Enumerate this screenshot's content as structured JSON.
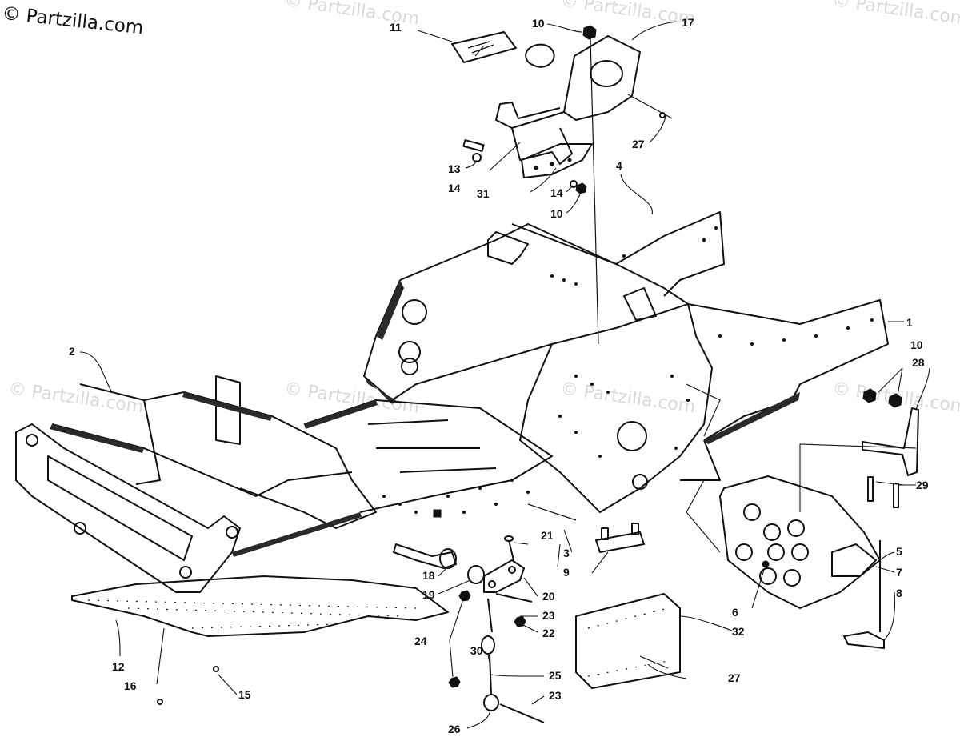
{
  "watermark": {
    "logo_text": "© Partzilla.com",
    "repeat_text": "© Partzilla.com"
  },
  "callouts": [
    {
      "id": "c1",
      "text": "1"
    },
    {
      "id": "c2",
      "text": "2"
    },
    {
      "id": "c3",
      "text": "3"
    },
    {
      "id": "c4",
      "text": "4"
    },
    {
      "id": "c5",
      "text": "5"
    },
    {
      "id": "c6",
      "text": "6"
    },
    {
      "id": "c7",
      "text": "7"
    },
    {
      "id": "c8",
      "text": "8"
    },
    {
      "id": "c9",
      "text": "9"
    },
    {
      "id": "c10a",
      "text": "10"
    },
    {
      "id": "c10b",
      "text": "10"
    },
    {
      "id": "c10c",
      "text": "10"
    },
    {
      "id": "c11",
      "text": "11"
    },
    {
      "id": "c12",
      "text": "12"
    },
    {
      "id": "c13",
      "text": "13"
    },
    {
      "id": "c14a",
      "text": "14"
    },
    {
      "id": "c14b",
      "text": "14"
    },
    {
      "id": "c15",
      "text": "15"
    },
    {
      "id": "c16",
      "text": "16"
    },
    {
      "id": "c17",
      "text": "17"
    },
    {
      "id": "c18",
      "text": "18"
    },
    {
      "id": "c19",
      "text": "19"
    },
    {
      "id": "c20",
      "text": "20"
    },
    {
      "id": "c21",
      "text": "21"
    },
    {
      "id": "c22",
      "text": "22"
    },
    {
      "id": "c23a",
      "text": "23"
    },
    {
      "id": "c23b",
      "text": "23"
    },
    {
      "id": "c24",
      "text": "24"
    },
    {
      "id": "c25",
      "text": "25"
    },
    {
      "id": "c26",
      "text": "26"
    },
    {
      "id": "c27a",
      "text": "27"
    },
    {
      "id": "c27b",
      "text": "27"
    },
    {
      "id": "c28",
      "text": "28"
    },
    {
      "id": "c29",
      "text": "29"
    },
    {
      "id": "c30",
      "text": "30"
    },
    {
      "id": "c31",
      "text": "31"
    },
    {
      "id": "c32",
      "text": "32"
    }
  ]
}
